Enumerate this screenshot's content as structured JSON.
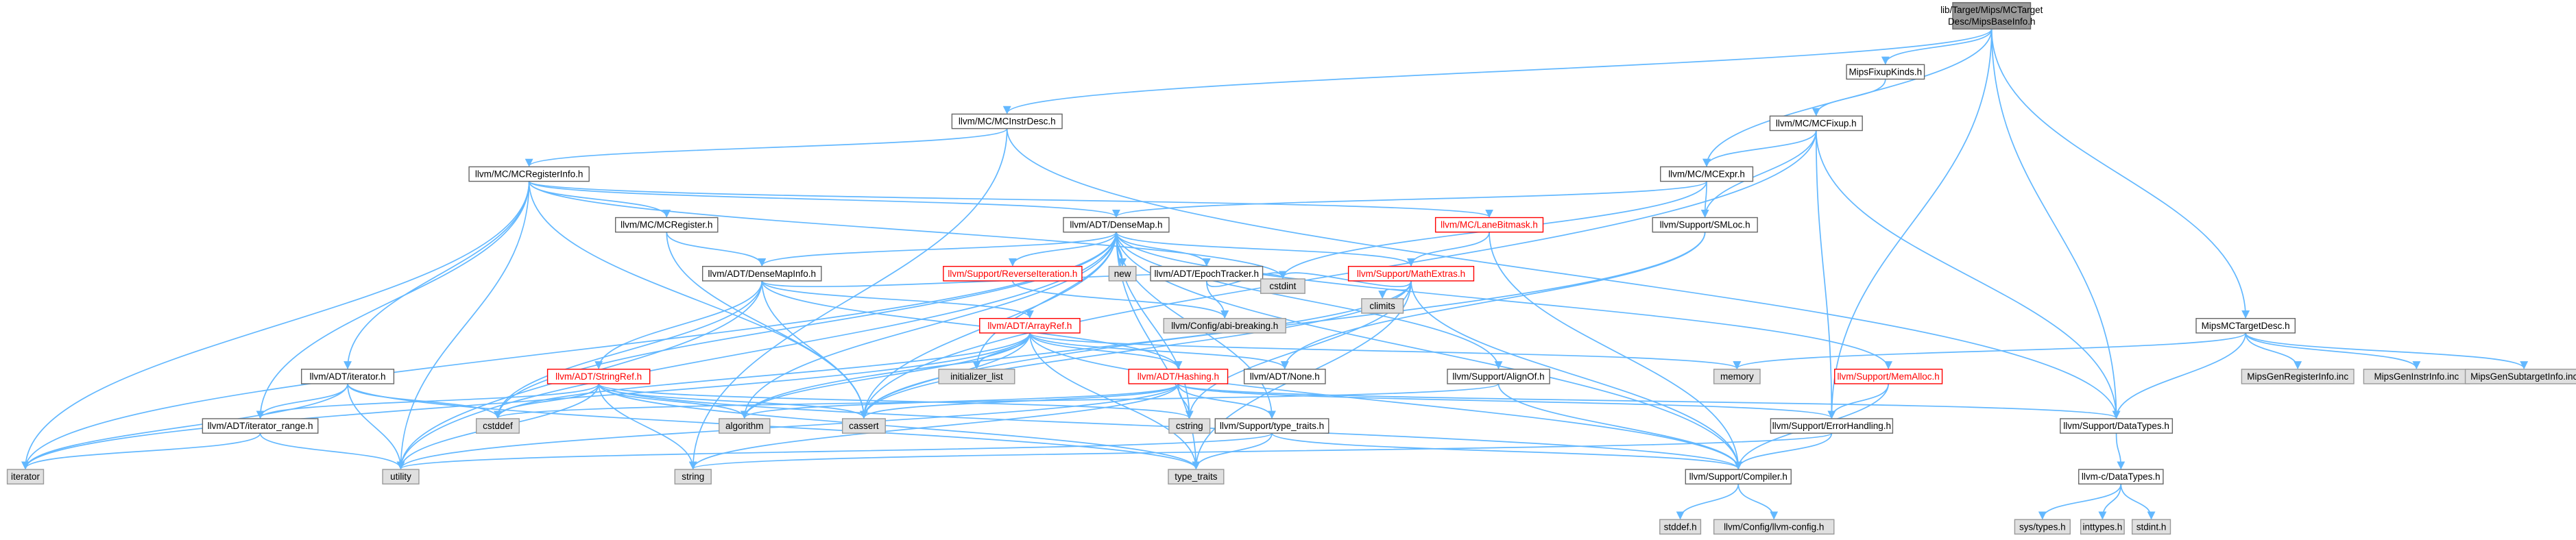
{
  "colors": {
    "edge": "#63b8ff",
    "root_fill": "#999999",
    "normal_fill": "#ffffff",
    "normal_stroke": "#666666",
    "normal_text": "#000000",
    "incomplete_stroke": "#ff0000",
    "incomplete_text": "#ff0000",
    "system_fill": "#e0e0e0",
    "system_stroke": "#999999"
  },
  "nodes": [
    {
      "id": "root",
      "label": "lib/Target/Mips/MCTargetDesc/MipsBaseInfo.h",
      "kind": "root"
    },
    {
      "id": "mcinstrdesc",
      "label": "llvm/MC/MCInstrDesc.h",
      "kind": "normal"
    },
    {
      "id": "fixupkinds",
      "label": "MipsFixupKinds.h",
      "kind": "normal"
    },
    {
      "id": "mcfixup",
      "label": "llvm/MC/MCFixup.h",
      "kind": "normal"
    },
    {
      "id": "mcreginfo",
      "label": "llvm/MC/MCRegisterInfo.h",
      "kind": "normal"
    },
    {
      "id": "mcexpr",
      "label": "llvm/MC/MCExpr.h",
      "kind": "normal"
    },
    {
      "id": "mcregister",
      "label": "llvm/MC/MCRegister.h",
      "kind": "normal"
    },
    {
      "id": "densemap",
      "label": "llvm/ADT/DenseMap.h",
      "kind": "normal"
    },
    {
      "id": "lanebitmask",
      "label": "llvm/MC/LaneBitmask.h",
      "kind": "incomplete"
    },
    {
      "id": "smloc",
      "label": "llvm/Support/SMLoc.h",
      "kind": "normal"
    },
    {
      "id": "densemapinfo",
      "label": "llvm/ADT/DenseMapInfo.h",
      "kind": "normal"
    },
    {
      "id": "reverseiter",
      "label": "llvm/Support/ReverseIteration.h",
      "kind": "incomplete"
    },
    {
      "id": "new",
      "label": "new",
      "kind": "system"
    },
    {
      "id": "epochtracker",
      "label": "llvm/ADT/EpochTracker.h",
      "kind": "normal"
    },
    {
      "id": "mathextras",
      "label": "llvm/Support/MathExtras.h",
      "kind": "incomplete"
    },
    {
      "id": "cstdint",
      "label": "cstdint",
      "kind": "system"
    },
    {
      "id": "climits",
      "label": "climits",
      "kind": "system"
    },
    {
      "id": "abibreaking",
      "label": "llvm/Config/abi-breaking.h",
      "kind": "system"
    },
    {
      "id": "arrayref",
      "label": "llvm/ADT/ArrayRef.h",
      "kind": "incomplete"
    },
    {
      "id": "mipsmctargetdesc",
      "label": "MipsMCTargetDesc.h",
      "kind": "normal"
    },
    {
      "id": "initlist",
      "label": "initializer_list",
      "kind": "system"
    },
    {
      "id": "memory",
      "label": "memory",
      "kind": "system"
    },
    {
      "id": "genreginfo",
      "label": "MipsGenRegisterInfo.inc",
      "kind": "system"
    },
    {
      "id": "geninstrinfo",
      "label": "MipsGenInstrInfo.inc",
      "kind": "system"
    },
    {
      "id": "gensubtarget",
      "label": "MipsGenSubtargetInfo.inc",
      "kind": "system"
    },
    {
      "id": "iterator_h",
      "label": "llvm/ADT/iterator.h",
      "kind": "normal"
    },
    {
      "id": "stringref",
      "label": "llvm/ADT/StringRef.h",
      "kind": "incomplete"
    },
    {
      "id": "hashing",
      "label": "llvm/ADT/Hashing.h",
      "kind": "incomplete"
    },
    {
      "id": "none",
      "label": "llvm/ADT/None.h",
      "kind": "normal"
    },
    {
      "id": "alignof",
      "label": "llvm/Support/AlignOf.h",
      "kind": "normal"
    },
    {
      "id": "memalloc",
      "label": "llvm/Support/MemAlloc.h",
      "kind": "incomplete"
    },
    {
      "id": "cstddef",
      "label": "cstddef",
      "kind": "system"
    },
    {
      "id": "algorithm",
      "label": "algorithm",
      "kind": "system"
    },
    {
      "id": "cassert",
      "label": "cassert",
      "kind": "system"
    },
    {
      "id": "cstring",
      "label": "cstring",
      "kind": "system"
    },
    {
      "id": "errorhandling",
      "label": "llvm/Support/ErrorHandling.h",
      "kind": "normal"
    },
    {
      "id": "datatypes",
      "label": "llvm/Support/DataTypes.h",
      "kind": "normal"
    },
    {
      "id": "iterrange",
      "label": "llvm/ADT/iterator_range.h",
      "kind": "normal"
    },
    {
      "id": "typetraits_h",
      "label": "llvm/Support/type_traits.h",
      "kind": "normal"
    },
    {
      "id": "iterator_sys",
      "label": "iterator",
      "kind": "system"
    },
    {
      "id": "utility",
      "label": "utility",
      "kind": "system"
    },
    {
      "id": "string",
      "label": "string",
      "kind": "system"
    },
    {
      "id": "type_traits",
      "label": "type_traits",
      "kind": "system"
    },
    {
      "id": "compiler",
      "label": "llvm/Support/Compiler.h",
      "kind": "normal"
    },
    {
      "id": "cdatatypes",
      "label": "llvm-c/DataTypes.h",
      "kind": "normal"
    },
    {
      "id": "stddef",
      "label": "stddef.h",
      "kind": "system"
    },
    {
      "id": "llvmconfig",
      "label": "llvm/Config/llvm-config.h",
      "kind": "system"
    },
    {
      "id": "systypes",
      "label": "sys/types.h",
      "kind": "system"
    },
    {
      "id": "inttypes",
      "label": "inttypes.h",
      "kind": "system"
    },
    {
      "id": "stdint",
      "label": "stdint.h",
      "kind": "system"
    }
  ],
  "edges": [
    [
      "root",
      "mcinstrdesc"
    ],
    [
      "root",
      "fixupkinds"
    ],
    [
      "root",
      "mcexpr"
    ],
    [
      "root",
      "mipsmctargetdesc"
    ],
    [
      "root",
      "datatypes"
    ],
    [
      "root",
      "errorhandling"
    ],
    [
      "fixupkinds",
      "mcfixup"
    ],
    [
      "mcfixup",
      "mcexpr"
    ],
    [
      "mcfixup",
      "smloc"
    ],
    [
      "mcfixup",
      "datatypes"
    ],
    [
      "mcfixup",
      "errorhandling"
    ],
    [
      "mcfixup",
      "cassert"
    ],
    [
      "mcinstrdesc",
      "mcreginfo"
    ],
    [
      "mcinstrdesc",
      "datatypes"
    ],
    [
      "mcinstrdesc",
      "string"
    ],
    [
      "mcexpr",
      "densemap"
    ],
    [
      "mcexpr",
      "smloc"
    ],
    [
      "mcexpr",
      "cstdint"
    ],
    [
      "mcreginfo",
      "densemap"
    ],
    [
      "mcreginfo",
      "iterrange"
    ],
    [
      "mcreginfo",
      "iterator_h"
    ],
    [
      "mcreginfo",
      "lanebitmask"
    ],
    [
      "mcreginfo",
      "mcregister"
    ],
    [
      "mcreginfo",
      "cassert"
    ],
    [
      "mcreginfo",
      "cstdint"
    ],
    [
      "mcreginfo",
      "utility"
    ],
    [
      "mcreginfo",
      "iterator_sys"
    ],
    [
      "mcregister",
      "densemapinfo"
    ],
    [
      "mcregister",
      "cassert"
    ],
    [
      "densemap",
      "densemapinfo"
    ],
    [
      "densemap",
      "epochtracker"
    ],
    [
      "densemap",
      "alignof"
    ],
    [
      "densemap",
      "compiler"
    ],
    [
      "densemap",
      "mathextras"
    ],
    [
      "densemap",
      "memalloc"
    ],
    [
      "densemap",
      "reverseiter"
    ],
    [
      "densemap",
      "typetraits_h"
    ],
    [
      "densemap",
      "algorithm"
    ],
    [
      "densemap",
      "cassert"
    ],
    [
      "densemap",
      "cstddef"
    ],
    [
      "densemap",
      "cstring"
    ],
    [
      "densemap",
      "initlist"
    ],
    [
      "densemap",
      "iterator_sys"
    ],
    [
      "densemap",
      "new"
    ],
    [
      "densemap",
      "type_traits"
    ],
    [
      "densemap",
      "utility"
    ],
    [
      "lanebitmask",
      "compiler"
    ],
    [
      "lanebitmask",
      "mathextras"
    ],
    [
      "smloc",
      "none"
    ],
    [
      "smloc",
      "cassert"
    ],
    [
      "densemapinfo",
      "arrayref"
    ],
    [
      "densemapinfo",
      "hashing"
    ],
    [
      "densemapinfo",
      "stringref"
    ],
    [
      "densemapinfo",
      "cassert"
    ],
    [
      "densemapinfo",
      "cstddef"
    ],
    [
      "densemapinfo",
      "cstdint"
    ],
    [
      "densemapinfo",
      "utility"
    ],
    [
      "reverseiter",
      "abibreaking"
    ],
    [
      "epochtracker",
      "abibreaking"
    ],
    [
      "epochtracker",
      "cstdint"
    ],
    [
      "mathextras",
      "compiler"
    ],
    [
      "mathextras",
      "algorithm"
    ],
    [
      "mathextras",
      "cassert"
    ],
    [
      "mathextras",
      "climits"
    ],
    [
      "mathextras",
      "cstdint"
    ],
    [
      "mathextras",
      "cstring"
    ],
    [
      "mathextras",
      "type_traits"
    ],
    [
      "arrayref",
      "hashing"
    ],
    [
      "arrayref",
      "none"
    ],
    [
      "arrayref",
      "compiler"
    ],
    [
      "arrayref",
      "algorithm"
    ],
    [
      "arrayref",
      "cassert"
    ],
    [
      "arrayref",
      "cstddef"
    ],
    [
      "arrayref",
      "initlist"
    ],
    [
      "arrayref",
      "iterator_sys"
    ],
    [
      "arrayref",
      "memory"
    ],
    [
      "arrayref",
      "type_traits"
    ],
    [
      "mipsmctargetdesc",
      "datatypes"
    ],
    [
      "mipsmctargetdesc",
      "memory"
    ],
    [
      "mipsmctargetdesc",
      "genreginfo"
    ],
    [
      "mipsmctargetdesc",
      "geninstrinfo"
    ],
    [
      "mipsmctargetdesc",
      "gensubtarget"
    ],
    [
      "iterator_h",
      "iterrange"
    ],
    [
      "iterator_h",
      "cstddef"
    ],
    [
      "iterator_h",
      "iterator_sys"
    ],
    [
      "iterator_h",
      "type_traits"
    ],
    [
      "iterator_h",
      "utility"
    ],
    [
      "stringref",
      "iterrange"
    ],
    [
      "stringref",
      "compiler"
    ],
    [
      "stringref",
      "algorithm"
    ],
    [
      "stringref",
      "cassert"
    ],
    [
      "stringref",
      "cstddef"
    ],
    [
      "stringref",
      "cstring"
    ],
    [
      "stringref",
      "string"
    ],
    [
      "stringref",
      "type_traits"
    ],
    [
      "stringref",
      "utility"
    ],
    [
      "hashing",
      "errorhandling"
    ],
    [
      "hashing",
      "datatypes"
    ],
    [
      "hashing",
      "typetraits_h"
    ],
    [
      "hashing",
      "algorithm"
    ],
    [
      "hashing",
      "cassert"
    ],
    [
      "hashing",
      "cstring"
    ],
    [
      "hashing",
      "string"
    ],
    [
      "hashing",
      "utility"
    ],
    [
      "alignof",
      "compiler"
    ],
    [
      "alignof",
      "cstddef"
    ],
    [
      "memalloc",
      "compiler"
    ],
    [
      "memalloc",
      "errorhandling"
    ],
    [
      "errorhandling",
      "compiler"
    ],
    [
      "errorhandling",
      "string"
    ],
    [
      "datatypes",
      "cdatatypes"
    ],
    [
      "iterrange",
      "iterator_sys"
    ],
    [
      "iterrange",
      "utility"
    ],
    [
      "typetraits_h",
      "compiler"
    ],
    [
      "typetraits_h",
      "type_traits"
    ],
    [
      "typetraits_h",
      "utility"
    ],
    [
      "compiler",
      "stddef"
    ],
    [
      "compiler",
      "llvmconfig"
    ],
    [
      "cdatatypes",
      "systypes"
    ],
    [
      "cdatatypes",
      "inttypes"
    ],
    [
      "cdatatypes",
      "stdint"
    ]
  ]
}
